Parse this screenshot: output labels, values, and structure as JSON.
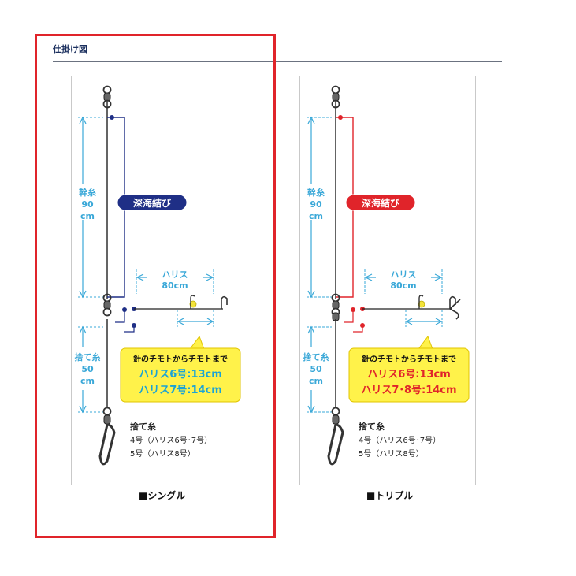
{
  "header": {
    "title": "仕掛け図"
  },
  "colors": {
    "highlight": "#e0242a",
    "measure": "#3aa8d8",
    "single_accent": "#1f2f86",
    "triple_accent": "#e0242a",
    "callout": "#fff24a"
  },
  "diagrams": [
    {
      "caption": "■シングル",
      "main_line_label": [
        "幹糸",
        "90",
        "cm"
      ],
      "knot_label": "深海結び",
      "harisu_label": [
        "ハリス",
        "80cm"
      ],
      "sute_label": [
        "捨て糸",
        "50",
        "cm"
      ],
      "callout_title": "針のチモトからチモトまで",
      "callout_line1_name": "ハリス6号",
      "callout_line1_value": ":13cm",
      "callout_line2_name": "ハリス7号",
      "callout_line2_value": ":14cm",
      "note_title": "捨て糸",
      "note_line1": "4号（ハリス6号･7号）",
      "note_line2": "5号（ハリス8号）"
    },
    {
      "caption": "■トリプル",
      "main_line_label": [
        "幹糸",
        "90",
        "cm"
      ],
      "knot_label": "深海結び",
      "harisu_label": [
        "ハリス",
        "80cm"
      ],
      "sute_label": [
        "捨て糸",
        "50",
        "cm"
      ],
      "callout_title": "針のチモトからチモトまで",
      "callout_line1_name": "ハリス6号",
      "callout_line1_value": ":13cm",
      "callout_line2_name": "ハリス7･8号",
      "callout_line2_value": ":14cm",
      "note_title": "捨て糸",
      "note_line1": "4号（ハリス6号･7号）",
      "note_line2": "5号（ハリス8号）"
    }
  ]
}
